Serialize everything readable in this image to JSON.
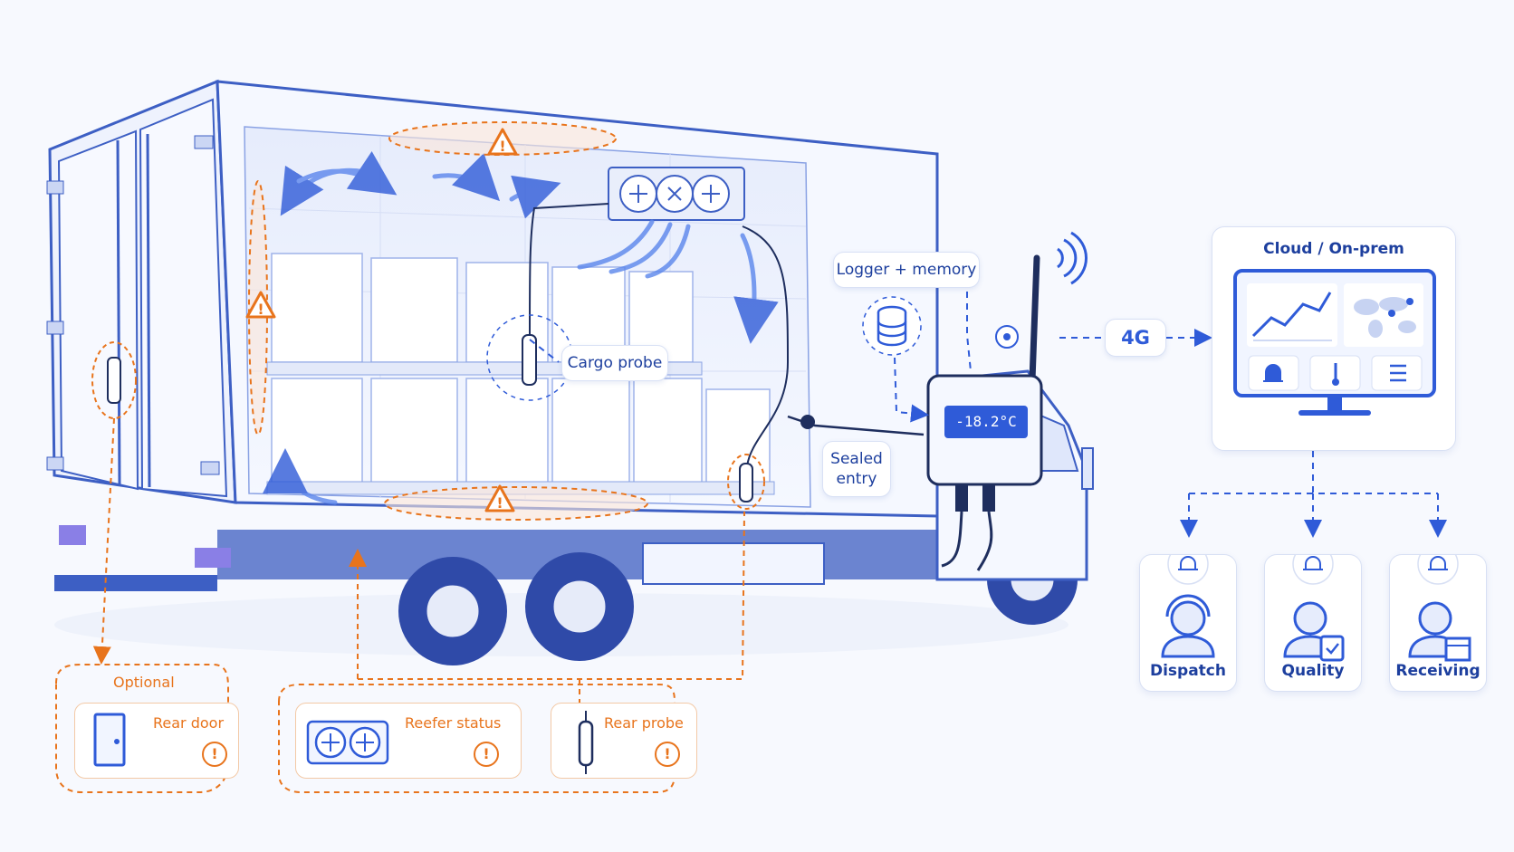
{
  "labels": {
    "cargo_probe": "Cargo probe",
    "logger_memory": "Logger + memory",
    "sealed_entry_line1": "Sealed",
    "sealed_entry_line2": "entry",
    "network": "4G",
    "cloud": "Cloud / On-prem",
    "optional": "Optional"
  },
  "logger": {
    "temperature": "-18.2°C"
  },
  "sensors": [
    {
      "label": "Rear door",
      "icon": "door-icon"
    },
    {
      "label": "Reefer status",
      "icon": "reefer-unit-icon"
    },
    {
      "label": "Rear probe",
      "icon": "probe-icon"
    }
  ],
  "roles": [
    {
      "label": "Dispatch",
      "icon": "headset-person-icon"
    },
    {
      "label": "Quality",
      "icon": "quality-person-icon"
    },
    {
      "label": "Receiving",
      "icon": "receiving-person-icon"
    }
  ],
  "dashboard_icons": [
    "line-chart-icon",
    "world-map-icon",
    "bell-icon",
    "thermometer-icon",
    "list-icon"
  ],
  "colors": {
    "primary_blue": "#2f5bd8",
    "dark_blue": "#1d3f9e",
    "alert_orange": "#e8741c",
    "background": "#f7f9fe"
  }
}
